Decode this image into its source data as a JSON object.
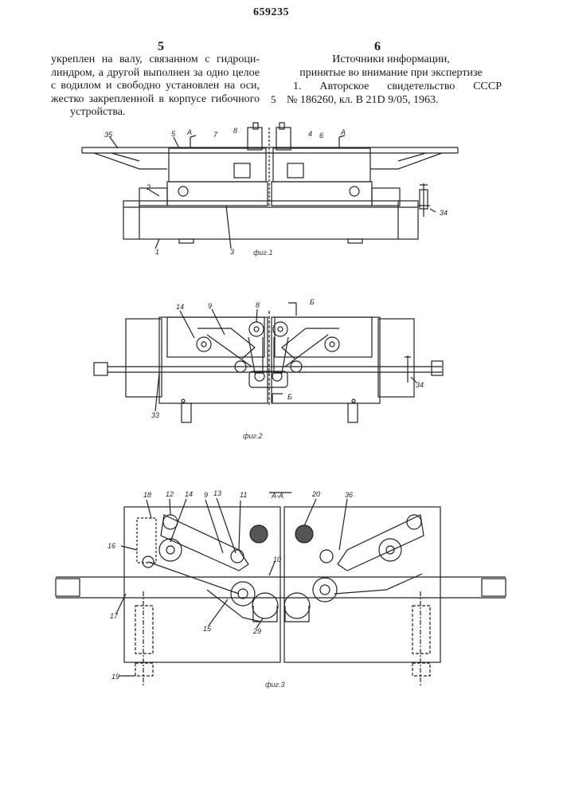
{
  "header": {
    "patent_number": "659235",
    "col_left": "5",
    "col_right": "6"
  },
  "left_column": {
    "lines": [
      "укреплен на валу, связанном с гидроци-",
      "линдром, а другой выполнен за одно целое",
      "с водилом и свободно установлен на оси,",
      "жестко закрепленной в корпусе гибочного",
      "устройства."
    ]
  },
  "right_column": {
    "heading_1": "Источники информации,",
    "heading_2": "принятые во внимание при экспертизе",
    "ref_line_1": "1. Авторское свидетельство СССР",
    "ref_line_2": "№ 186260, кл. В 21D 9/05, 1963.",
    "line_number": "5"
  },
  "fig1": {
    "caption": "фиг.1",
    "labels": [
      "35",
      "5",
      "А",
      "7",
      "8",
      "4",
      "6",
      "А",
      "2",
      "34",
      "1",
      "3"
    ]
  },
  "fig2": {
    "caption": "фиг.2",
    "labels": [
      "14",
      "9",
      "8",
      "Б",
      "34",
      "33",
      "Б"
    ]
  },
  "fig3": {
    "caption": "фиг.3",
    "section_label": "А-А",
    "labels": [
      "18",
      "12",
      "14",
      "9",
      "13",
      "11",
      "20",
      "36",
      "16",
      "10",
      "17",
      "15",
      "29",
      "19"
    ]
  }
}
